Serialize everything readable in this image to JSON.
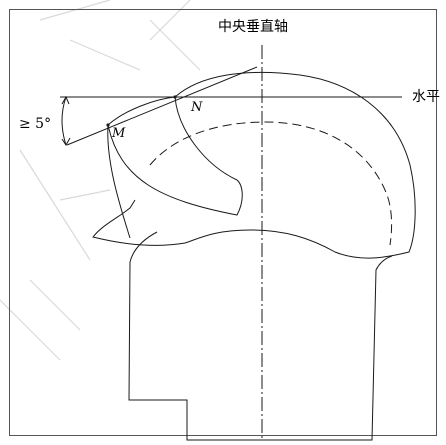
{
  "labels": {
    "vertical_axis": "中央垂直轴",
    "horizontal": "水平",
    "point_n": "N",
    "point_m": "M",
    "angle": "≥ 5°"
  },
  "colors": {
    "line": "#1a1a1a",
    "watermark": "#c8c8c8"
  }
}
